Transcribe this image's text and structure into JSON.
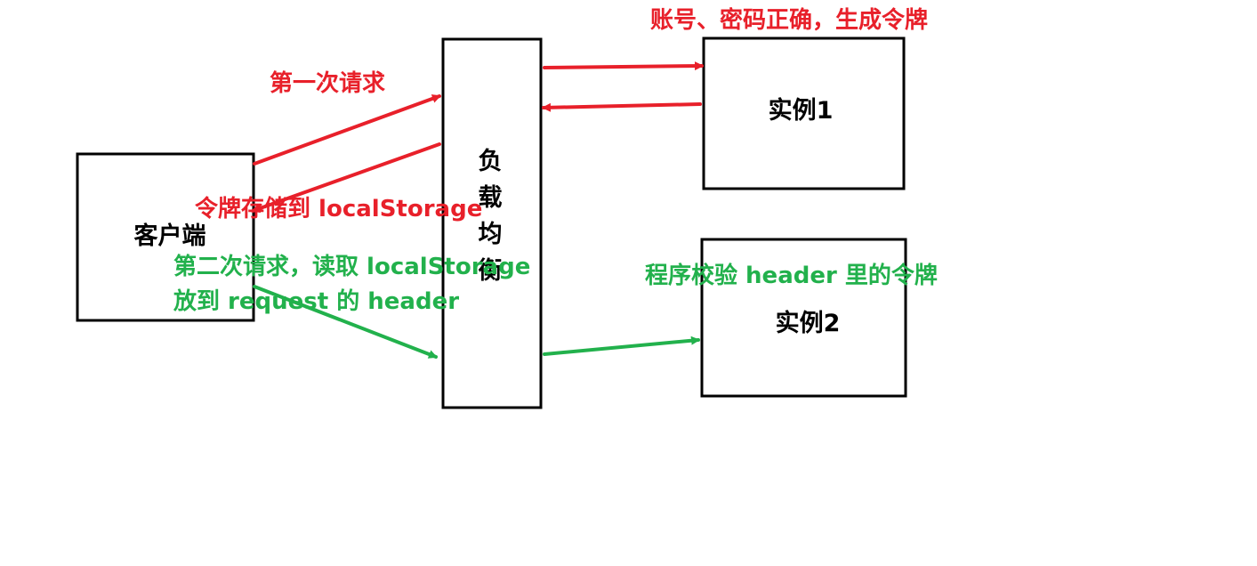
{
  "colors": {
    "red": "#e8202a",
    "green": "#22b14c",
    "stroke": "#000000"
  },
  "nodes": {
    "client": "客户端",
    "load_balancer": [
      "负",
      "载",
      "均",
      "衡"
    ],
    "instance1": "实例1",
    "instance2": "实例2"
  },
  "notes": {
    "first_request": "第一次请求",
    "token_issued": "账号、密码正确，生成令牌",
    "token_stored": "令牌存储到 localStorage",
    "second_request_line1": "第二次请求，读取 localStorage",
    "second_request_line2": "放到 request 的 header",
    "verify_token": "程序校验 header 里的令牌"
  }
}
